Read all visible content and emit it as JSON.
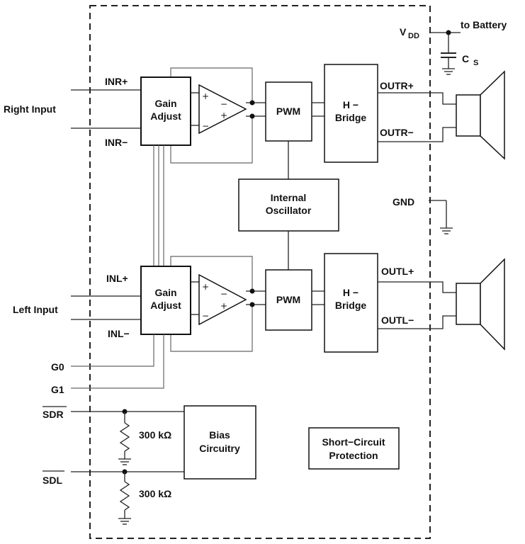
{
  "supply": {
    "vdd": "V",
    "vdd_sub": "DD",
    "battery": "to Battery",
    "cap": "C",
    "cap_sub": "S",
    "gnd": "GND"
  },
  "inputs": {
    "right": "Right Input",
    "left": "Left Input",
    "inr_plus": "INR+",
    "inr_minus": "INR−",
    "inl_plus": "INL+",
    "inl_minus": "INL−",
    "g0": "G0",
    "g1": "G1",
    "sdr": "SDR",
    "sdl": "SDL"
  },
  "blocks": {
    "gain_line1": "Gain",
    "gain_line2": "Adjust",
    "pwm": "PWM",
    "hbridge_line1": "H −",
    "hbridge_line2": "Bridge",
    "osc_line1": "Internal",
    "osc_line2": "Oscillator",
    "bias_line1": "Bias",
    "bias_line2": "Circuitry",
    "scp_line1": "Short−Circuit",
    "scp_line2": "Protection"
  },
  "amp_signs": {
    "plus": "+",
    "minus": "−"
  },
  "outputs": {
    "outr_plus": "OUTR+",
    "outr_minus": "OUTR−",
    "outl_plus": "OUTL+",
    "outl_minus": "OUTL−"
  },
  "resistors": {
    "r1": "300 kΩ",
    "r2": "300 kΩ"
  }
}
